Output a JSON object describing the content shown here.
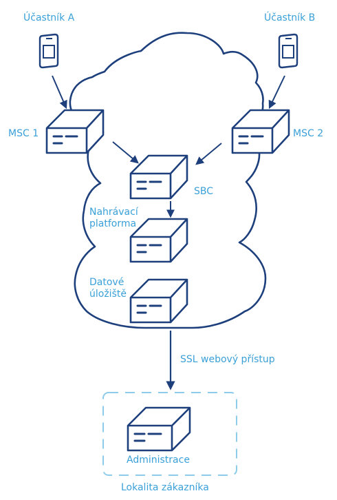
{
  "colors": {
    "line": "#1d3f7c",
    "label": "#3aa0d8",
    "dashed_box": "#8ccbea",
    "background": "#ffffff"
  },
  "labels": {
    "participant_a": "Účastník A",
    "participant_b": "Účastník B",
    "msc1": "MSC 1",
    "msc2": "MSC 2",
    "sbc": "SBC",
    "recording_line1": "Nahrávací",
    "recording_line2": "platforma",
    "storage_line1": "Datové",
    "storage_line2": "úložiště",
    "ssl_access": "SSL webový přístup",
    "administration": "Administrace",
    "customer_site": "Lokalita zákazníka"
  },
  "icons": {
    "phone": "mobile-phone-icon",
    "device": "server-device-icon",
    "cloud": "cloud-icon"
  }
}
